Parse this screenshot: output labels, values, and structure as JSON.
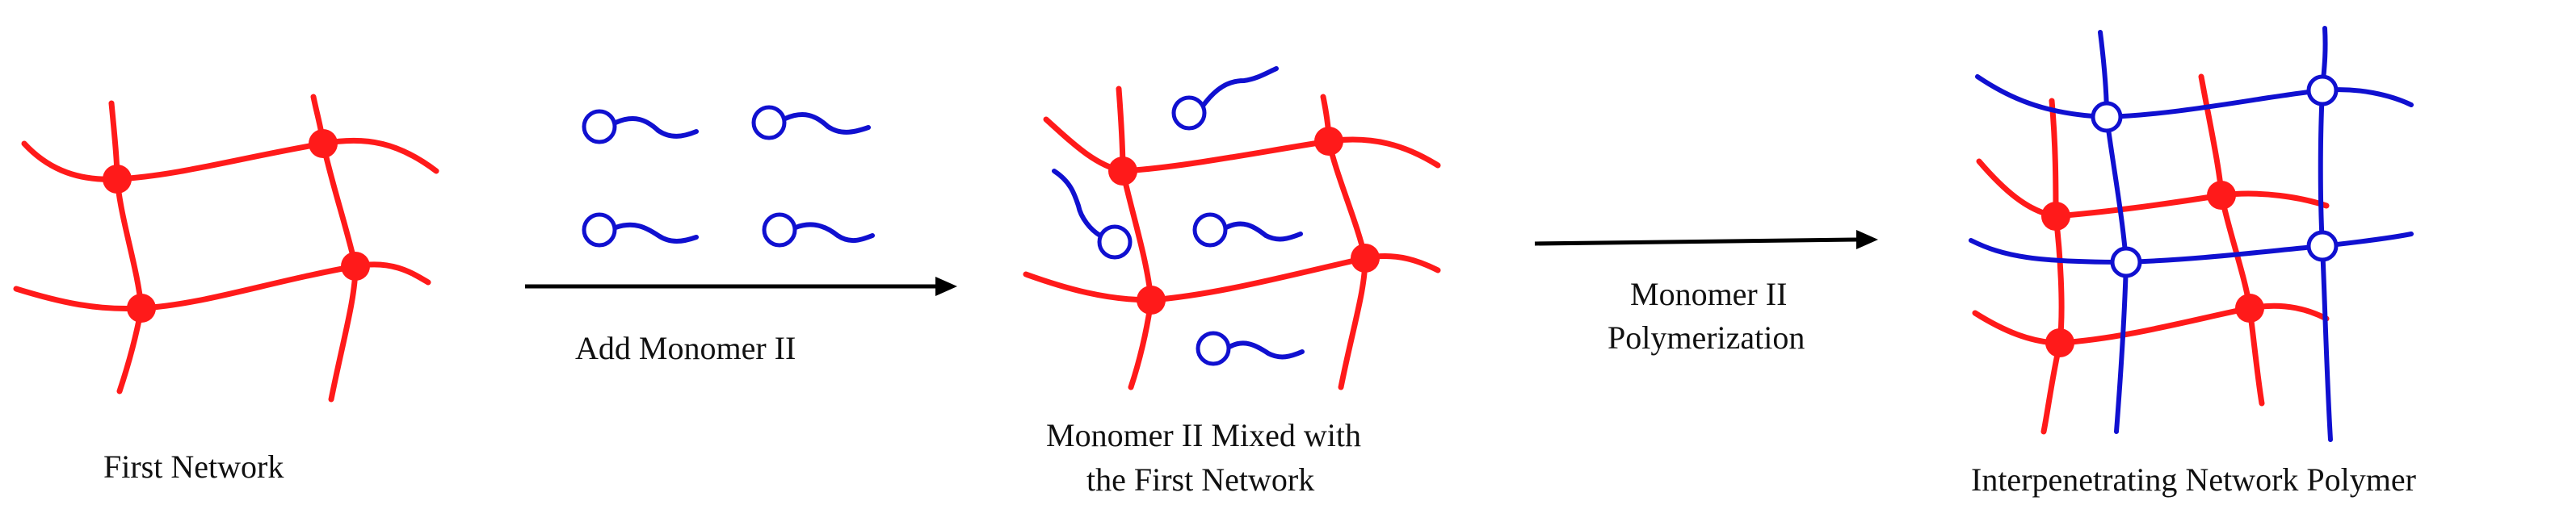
{
  "labels": {
    "first_network": "First Network",
    "add_monomer": "Add Monomer II",
    "mixed_line1": "Monomer II Mixed with",
    "mixed_line2": "the First Network",
    "polymerization_line1": "Monomer II",
    "polymerization_line2": "Polymerization",
    "ipn": "Interpenetrating Network Polymer"
  },
  "colors": {
    "network_one": "#ff1a1a",
    "network_two": "#1010d0",
    "arrow": "#000000"
  }
}
